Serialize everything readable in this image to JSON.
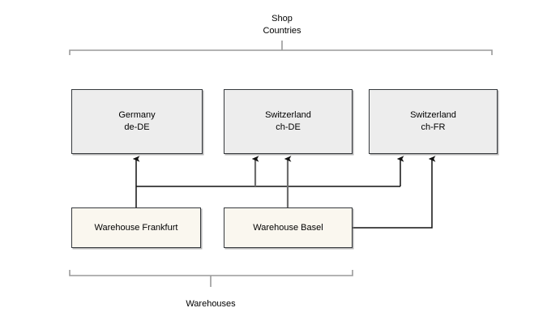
{
  "diagram": {
    "title_top": "Shop\nCountries",
    "title_bottom": "Warehouses",
    "colors": {
      "shop_fill": "#ededed",
      "warehouse_fill": "#faf7ef",
      "node_stroke": "#36393d",
      "brace_stroke": "#9a9a9a",
      "edge_stroke": "#1a1a1a",
      "edge_stroke_gray": "#6e6e6e",
      "background": "#ffffff"
    },
    "groups": [
      {
        "name": "shop-countries",
        "label_line1": "Shop",
        "label_line2": "Countries",
        "position": "top"
      },
      {
        "name": "warehouses",
        "label_line1": "Warehouses",
        "label_line2": "",
        "position": "bottom"
      }
    ],
    "shop_countries": [
      {
        "id": "de-DE",
        "country": "Germany",
        "locale": "de-DE"
      },
      {
        "id": "ch-DE",
        "country": "Switzerland",
        "locale": "ch-DE"
      },
      {
        "id": "ch-FR",
        "country": "Switzerland",
        "locale": "ch-FR"
      }
    ],
    "warehouses": [
      {
        "id": "frankfurt",
        "label": "Warehouse Frankfurt"
      },
      {
        "id": "basel",
        "label": "Warehouse Basel"
      }
    ],
    "edges": [
      {
        "from": "frankfurt",
        "to": "de-DE"
      },
      {
        "from": "frankfurt",
        "to": "ch-DE"
      },
      {
        "from": "frankfurt",
        "to": "ch-FR"
      },
      {
        "from": "basel",
        "to": "ch-DE"
      },
      {
        "from": "basel",
        "to": "ch-FR"
      }
    ]
  }
}
